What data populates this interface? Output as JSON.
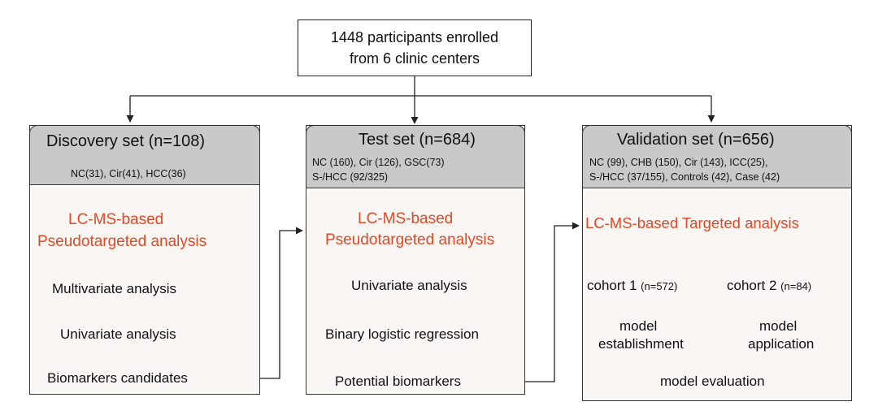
{
  "top": {
    "line1": "1448 participants enrolled",
    "line2": "from 6 clinic centers"
  },
  "discovery": {
    "title": "Discovery set (n=108)",
    "groups": "NC(31), Cir(41), HCC(36)",
    "method_line1": "LC-MS-based",
    "method_line2": "Pseudotargeted analysis",
    "step1": "Multivariate analysis",
    "step2": "Univariate analysis",
    "result": "Biomarkers candidates"
  },
  "test": {
    "title": "Test set (n=684)",
    "groups_line1": "NC (160), Cir (126), GSC(73)",
    "groups_line2": "S-/HCC (92/325)",
    "method_line1": "LC-MS-based",
    "method_line2": "Pseudotargeted analysis",
    "step1": "Univariate analysis",
    "step2": "Binary logistic regression",
    "result": "Potential biomarkers"
  },
  "validation": {
    "title": "Validation set (n=656)",
    "groups_line1": "NC (99), CHB (150), Cir (143), ICC(25),",
    "groups_line2": "S-/HCC (37/155), Controls (42), Case (42)",
    "method": "LC-MS-based Targeted analysis",
    "cohort1": "cohort 1",
    "cohort1_n": "(n=572)",
    "cohort2": "cohort 2",
    "cohort2_n": "(n=84)",
    "model1_line1": "model",
    "model1_line2": "establishment",
    "model2_line1": "model",
    "model2_line2": "application",
    "evaluation": "model evaluation"
  },
  "colors": {
    "accent_red": "#e04a26",
    "header_gray": "#c9c9c9",
    "body_bg": "#f9f6f4"
  }
}
